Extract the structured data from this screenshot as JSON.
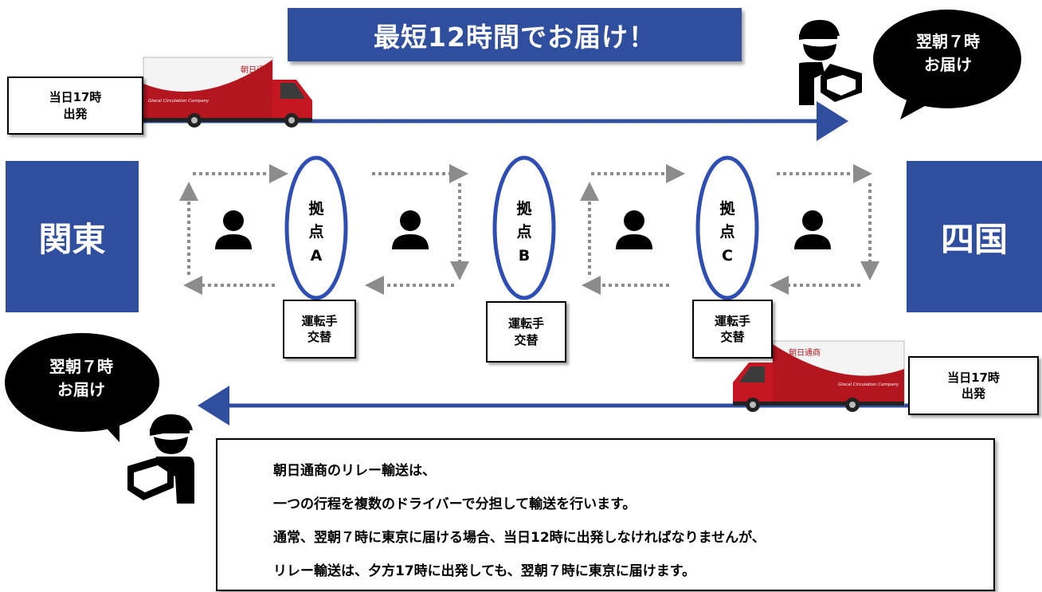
{
  "title": "最短12時間でお届け！",
  "top_route": {
    "departure_line1": "当日17時",
    "departure_line2": "出発",
    "arrival_line1": "翌朝７時",
    "arrival_line2": "お届け",
    "truck_brand": "朝日通商",
    "truck_slogan": "Glocal Circulation Company"
  },
  "regions": {
    "left": "関東",
    "right": "四国"
  },
  "hubs": [
    {
      "line1": "拠",
      "line2": "点",
      "letter": "A",
      "handover_line1": "運転手",
      "handover_line2": "交替"
    },
    {
      "line1": "拠",
      "line2": "点",
      "letter": "B",
      "handover_line1": "運転手",
      "handover_line2": "交替"
    },
    {
      "line1": "拠",
      "line2": "点",
      "letter": "C",
      "handover_line1": "運転手",
      "handover_line2": "交替"
    }
  ],
  "bottom_route": {
    "departure_line1": "当日17時",
    "departure_line2": "出発",
    "arrival_line1": "翌朝７時",
    "arrival_line2": "お届け",
    "truck_brand": "朝日通商",
    "truck_slogan": "Glocal Circulation Company"
  },
  "message": {
    "line1": "朝日通商のリレー輸送は、",
    "line2": "一つの行程を複数のドライバーで分担して輸送を行います。",
    "line3": "通常、翌朝７時に東京に届ける場合、当日12時に出発しなければなりませんが、",
    "line4": "リレー輸送は、夕方17時に出発しても、翌朝７時に東京に届けます。"
  },
  "colors": {
    "primary_blue": "#2f4e9e",
    "hub_outline": "#2f4eb4",
    "truck_red": "#b3161f",
    "dotted_arrow": "#8c8c8c"
  }
}
